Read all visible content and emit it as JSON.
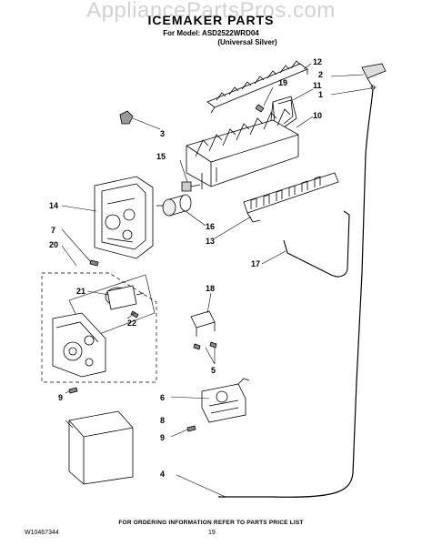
{
  "watermark": "AppliancePartsPros.com",
  "header": {
    "title": "ICEMAKER PARTS",
    "model_line": "For Model: ASD2522WRD04",
    "variant_line": "(Universal Silver)"
  },
  "callouts": [
    {
      "id": "c1",
      "label": "1"
    },
    {
      "id": "c2",
      "label": "2"
    },
    {
      "id": "c3",
      "label": "3"
    },
    {
      "id": "c4",
      "label": "4"
    },
    {
      "id": "c5",
      "label": "5"
    },
    {
      "id": "c6",
      "label": "6"
    },
    {
      "id": "c7",
      "label": "7"
    },
    {
      "id": "c8",
      "label": "8"
    },
    {
      "id": "c9a",
      "label": "9"
    },
    {
      "id": "c9b",
      "label": "9"
    },
    {
      "id": "c10",
      "label": "10"
    },
    {
      "id": "c11",
      "label": "11"
    },
    {
      "id": "c12",
      "label": "12"
    },
    {
      "id": "c13",
      "label": "13"
    },
    {
      "id": "c14",
      "label": "14"
    },
    {
      "id": "c15",
      "label": "15"
    },
    {
      "id": "c16",
      "label": "16"
    },
    {
      "id": "c17",
      "label": "17"
    },
    {
      "id": "c18",
      "label": "18"
    },
    {
      "id": "c19",
      "label": "19"
    },
    {
      "id": "c20",
      "label": "20"
    },
    {
      "id": "c21",
      "label": "21"
    },
    {
      "id": "c22",
      "label": "22"
    }
  ],
  "footer": {
    "ordering_note": "FOR ORDERING INFORMATION REFER TO PARTS PRICE LIST",
    "doc_number": "W10467344",
    "page_number": "19"
  }
}
